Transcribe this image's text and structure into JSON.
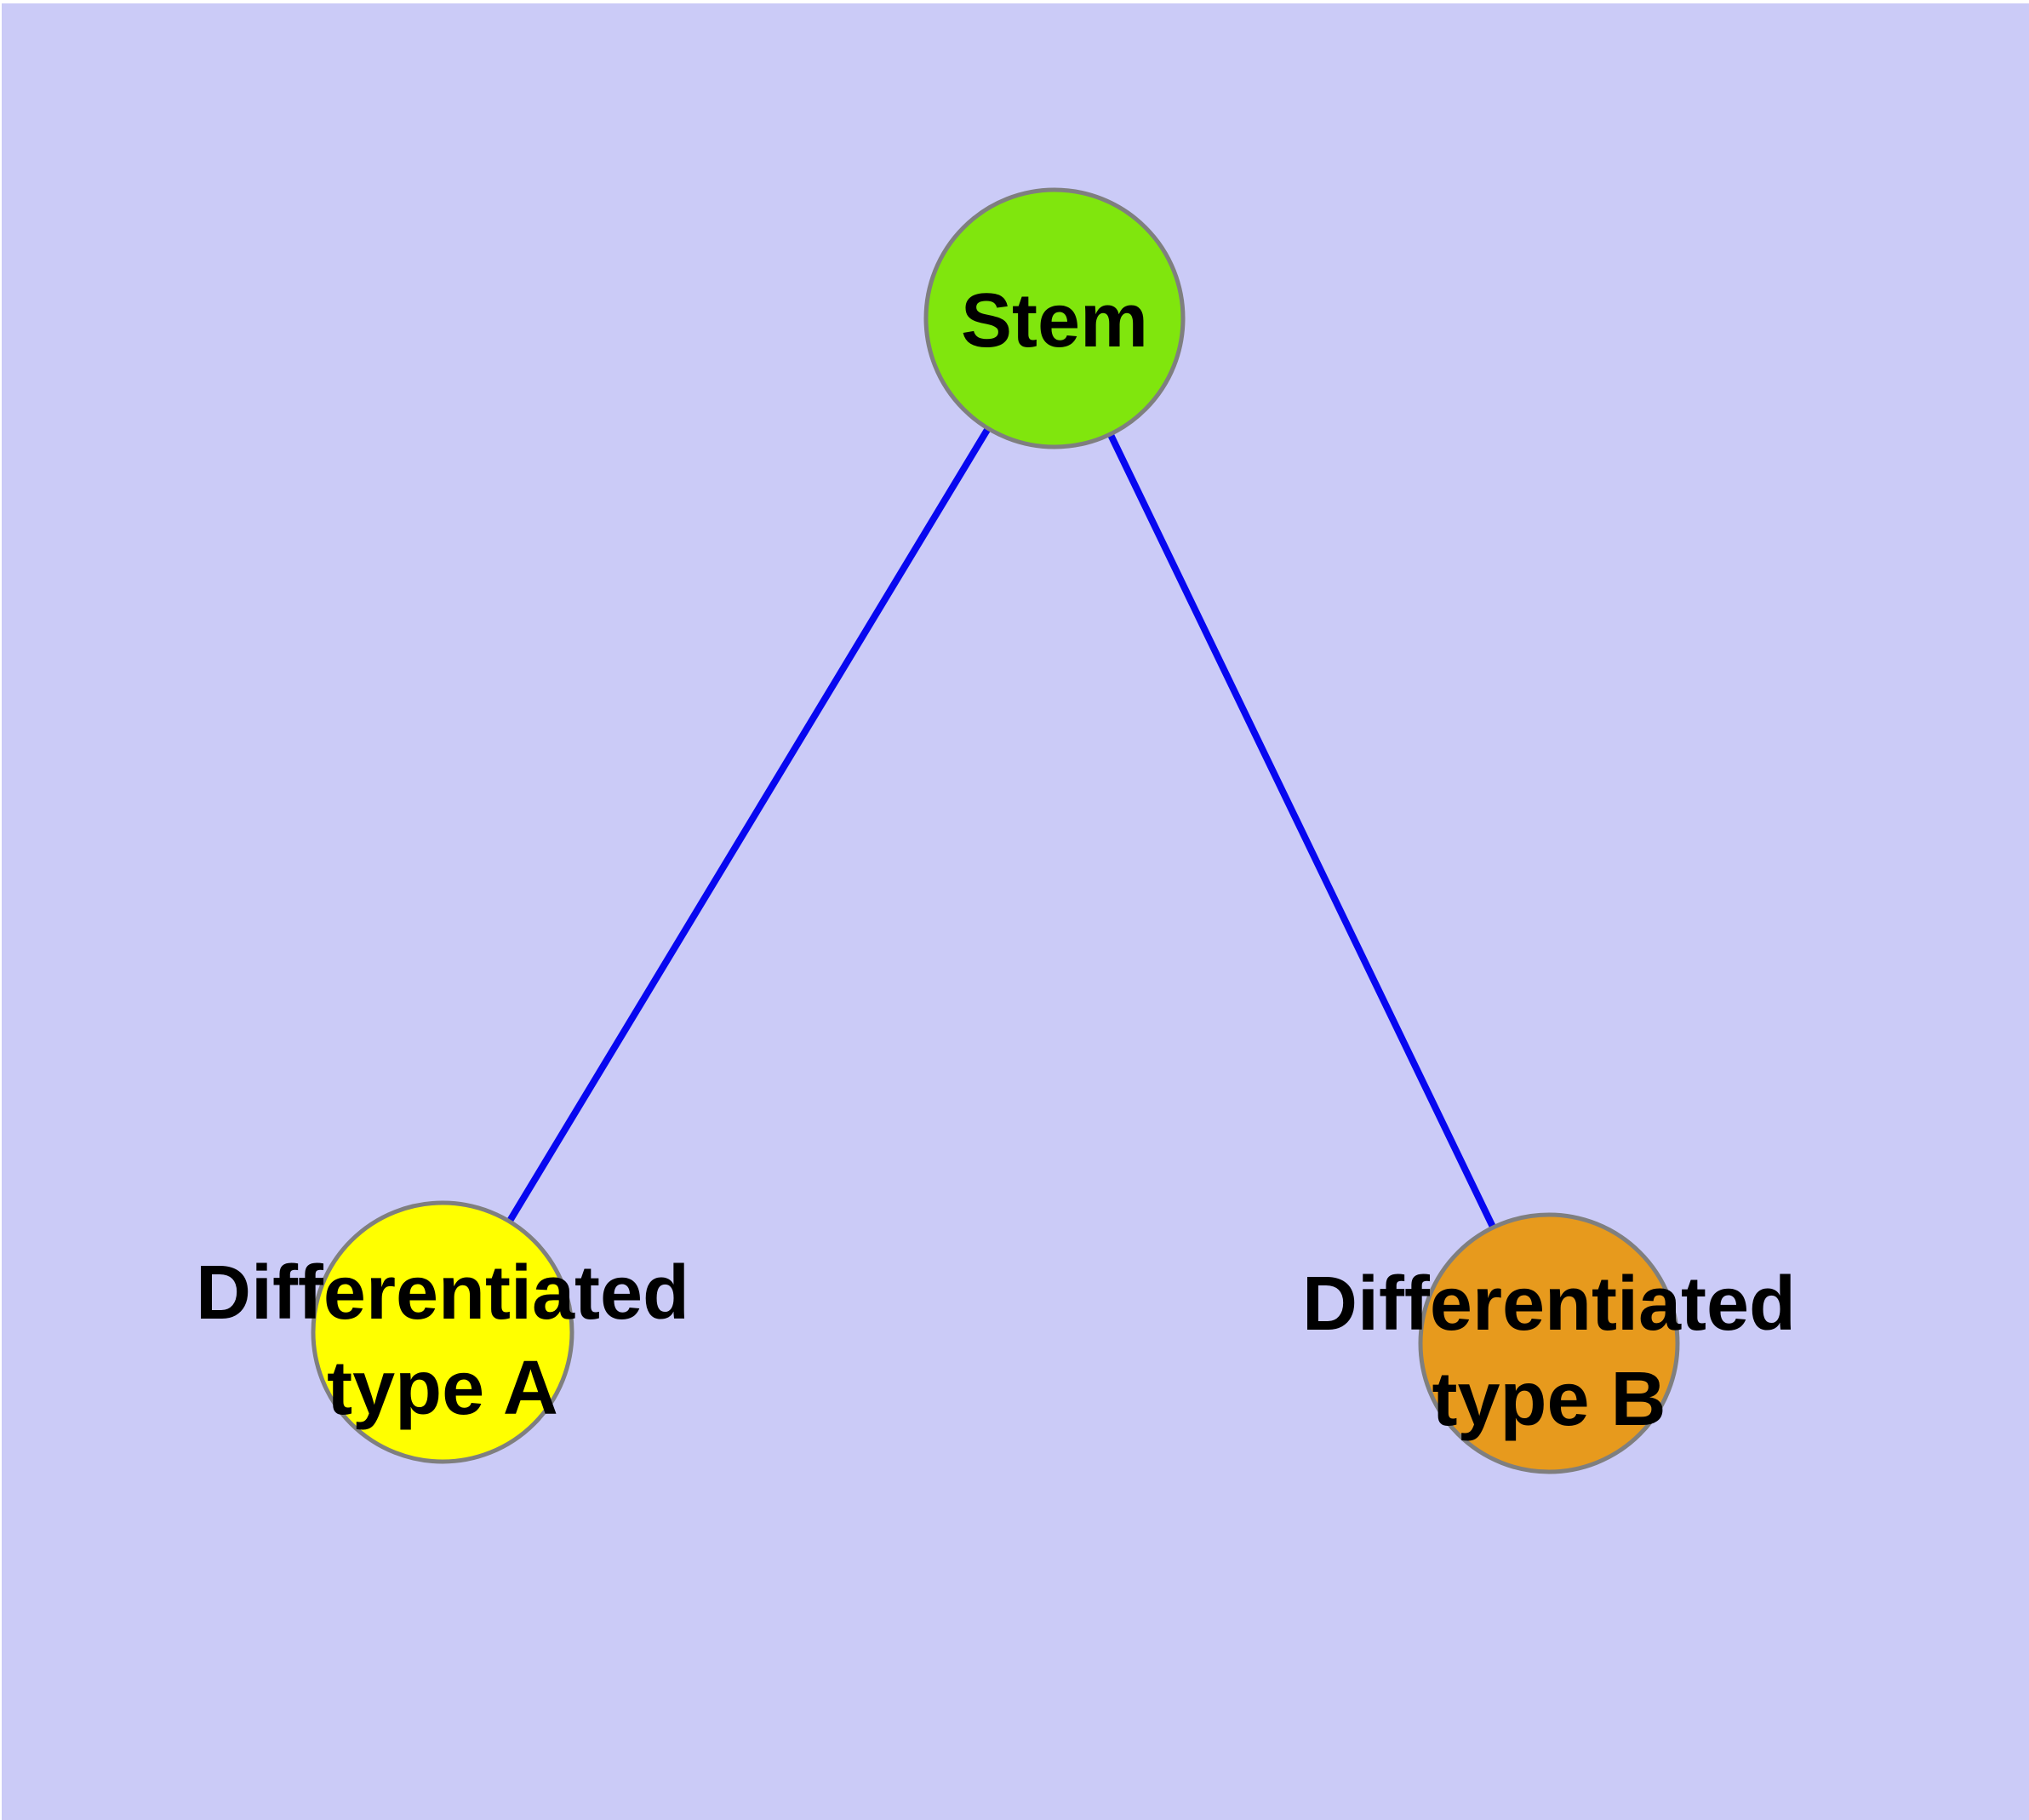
{
  "diagram": {
    "description": "Stem cell differentiation tree diagram",
    "colors": {
      "background": "#cbcbf7",
      "page_margin": "#ffffff",
      "edge": "#0707f0",
      "node_border": "#7f7f7f",
      "label_text": "#000000"
    },
    "nodes": {
      "stem": {
        "label": "Stem",
        "fill": "#80e60d"
      },
      "type_a": {
        "label_line1": "Differentiated",
        "label_line2": "type A",
        "fill": "#ffff00"
      },
      "type_b": {
        "label_line1": "Differentiated",
        "label_line2": "type B",
        "fill": "#e79a1d"
      }
    },
    "edges": [
      {
        "from": "stem",
        "to": "type_a"
      },
      {
        "from": "stem",
        "to": "type_b"
      }
    ]
  }
}
